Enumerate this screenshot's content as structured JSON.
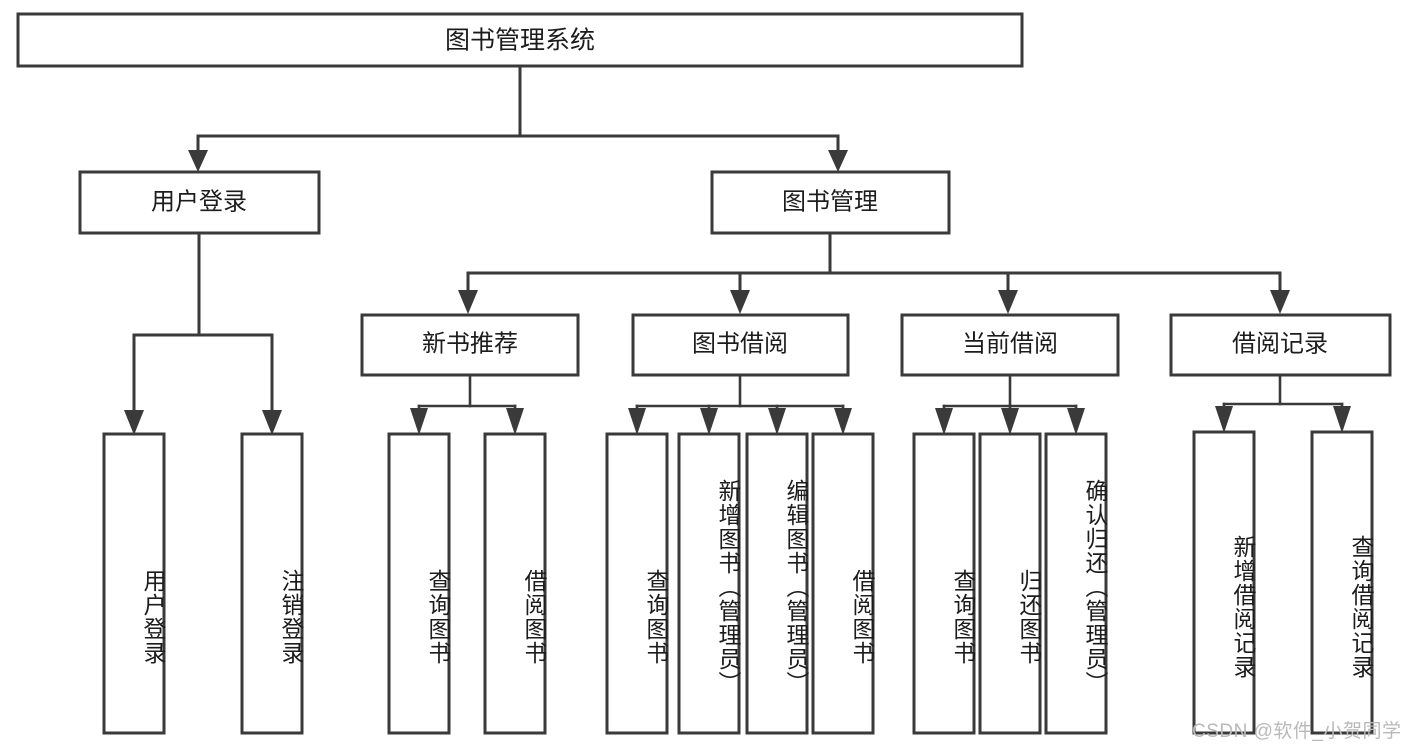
{
  "diagram": {
    "type": "tree",
    "title": "图书管理系统",
    "root": {
      "label": "图书管理系统"
    },
    "level2": [
      {
        "label": "用户登录"
      },
      {
        "label": "图书管理"
      }
    ],
    "level3": [
      {
        "label": "新书推荐"
      },
      {
        "label": "图书借阅"
      },
      {
        "label": "当前借阅"
      },
      {
        "label": "借阅记录"
      }
    ],
    "leaves": {
      "user_login": [
        {
          "label": "用户登录"
        },
        {
          "label": "注销登录"
        }
      ],
      "new_book_recommend": [
        {
          "label": "查询图书"
        },
        {
          "label": "借阅图书"
        }
      ],
      "book_borrow": [
        {
          "label": "查询图书"
        },
        {
          "label": "新增图书（管理员）"
        },
        {
          "label": "编辑图书（管理员）"
        },
        {
          "label": "借阅图书"
        }
      ],
      "current_borrow": [
        {
          "label": "查询图书"
        },
        {
          "label": "归还图书"
        },
        {
          "label": "确认归还（管理员）"
        }
      ],
      "borrow_record": [
        {
          "label": "新增借阅记录"
        },
        {
          "label": "查询借阅记录"
        }
      ]
    },
    "colors": {
      "line": "#3a3a3a",
      "box_fill": "#ffffff",
      "text": "#1c1c1c",
      "watermark": "#b9b9b9",
      "background": "#ffffff"
    }
  },
  "watermark": {
    "text": "CSDN @软件_小贺同学"
  }
}
